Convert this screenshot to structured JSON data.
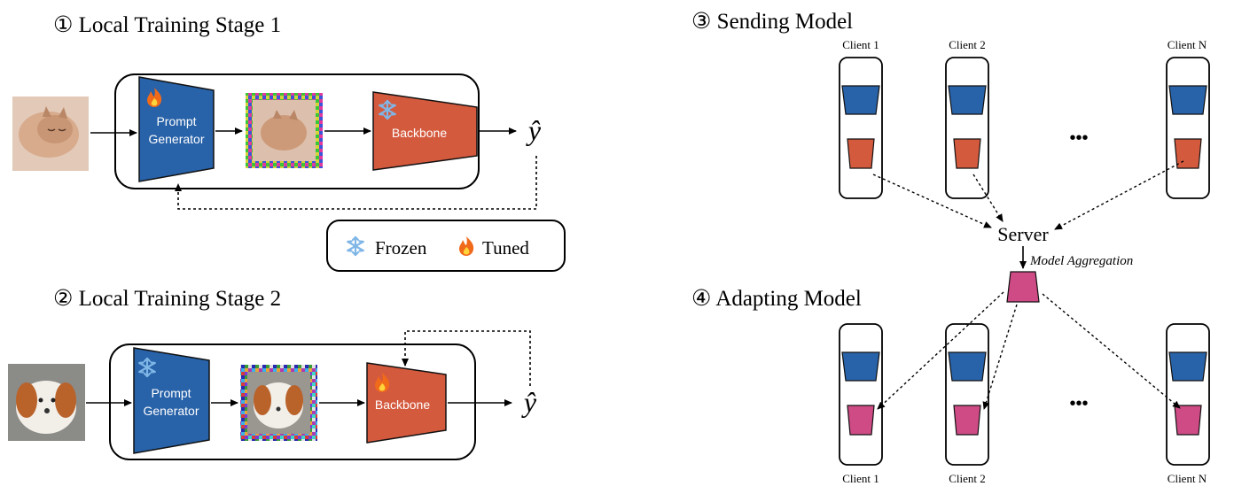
{
  "stage1": {
    "title": "① Local Training Stage 1",
    "prompt_line1": "Prompt",
    "prompt_line2": "Generator",
    "backbone": "Backbone",
    "output": "ŷ",
    "prompt_icon": "fire-icon",
    "backbone_icon": "snowflake-icon"
  },
  "stage2": {
    "title": "② Local Training Stage 2",
    "prompt_line1": "Prompt",
    "prompt_line2": "Generator",
    "backbone": "Backbone",
    "output": "ŷ",
    "prompt_icon": "snowflake-icon",
    "backbone_icon": "fire-icon"
  },
  "legend": {
    "frozen": "Frozen",
    "tuned": "Tuned"
  },
  "stage3": {
    "title": "③ Sending Model",
    "clients": [
      "Client 1",
      "Client 2",
      "Client N"
    ],
    "ellipsis": "•••"
  },
  "server": {
    "label": "Server",
    "aggregation": "Model Aggregation"
  },
  "stage4": {
    "title": "④ Adapting Model",
    "clients": [
      "Client 1",
      "Client 2",
      "Client N"
    ],
    "ellipsis": "•••"
  },
  "colors": {
    "prompt_blue": "#2862a8",
    "backbone_orange": "#d45a3e",
    "aggregated_pink": "#cf4b86",
    "frame": "#000000"
  }
}
